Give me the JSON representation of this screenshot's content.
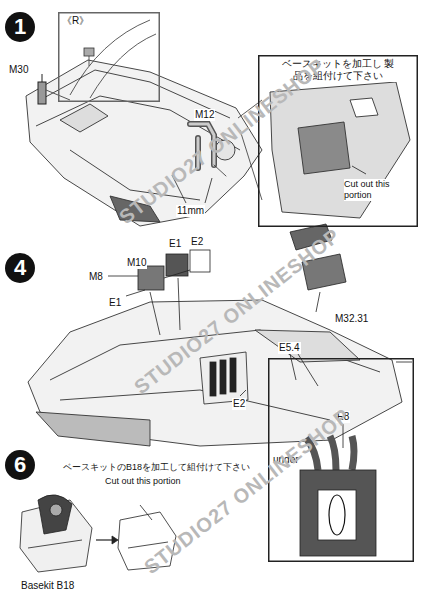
{
  "diagram": {
    "nodes": [
      {
        "text": [
          "1"
        ]
      },
      {
        "text": [
          "《R》"
        ]
      },
      {
        "text": [
          "ベースキットを加工し 製品を組付けて下さい",
          "Cut out this portion"
        ]
      },
      {
        "text": [
          "4"
        ]
      },
      {
        "text": [
          "under"
        ]
      },
      {
        "text": [
          "6"
        ]
      }
    ],
    "labels": [
      "M30",
      "M12",
      "11mm",
      "M10",
      "E1",
      "E2",
      "M8",
      "E1",
      "M32.31",
      "E5.4",
      "E2",
      "E8",
      "ベースキットのB18を加工して組付けて下さい",
      "Cut out this portion",
      "Basekit B18",
      "STUDIO27 ONLINESHOP",
      "STUDIO27 ONLINESHOP",
      "STUDIO27 ONLINESHOP"
    ]
  }
}
